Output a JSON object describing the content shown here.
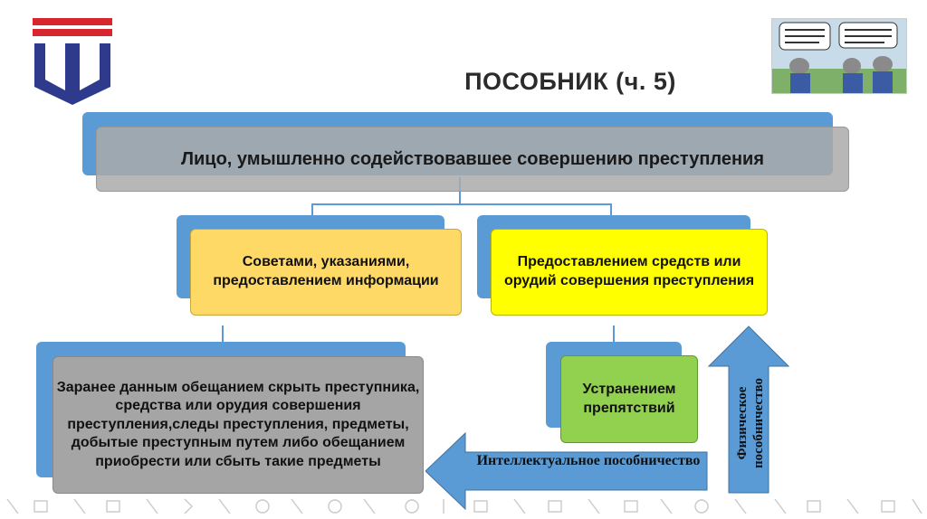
{
  "title": "ПОСОБНИК (ч. 5)",
  "diagram": {
    "root": "Лицо, умышленно содействовавшее совершению преступления",
    "advice": "Советами, указаниями, предоставлением информации",
    "means": "Предоставлением средств или орудий совершения преступления",
    "promise": "Заранее данным обещанием скрыть преступника, средства или орудия совершения преступления,следы преступления, предметы, добытые преступным путем либо обещанием приобрести или сбыть такие предметы",
    "obstacles": "Устранением препятствий",
    "intellectual": "Интеллектуальное пособничество",
    "physical": "Физическое пособничество"
  },
  "colors": {
    "accent_blue": "#5b9bd5",
    "gray_box": "#a5a5a5",
    "orange_box": "#ffd966",
    "yellow_box": "#ffff00",
    "green_box": "#92d050",
    "logo_blue": "#2e3a8c",
    "logo_red": "#d7262d"
  }
}
